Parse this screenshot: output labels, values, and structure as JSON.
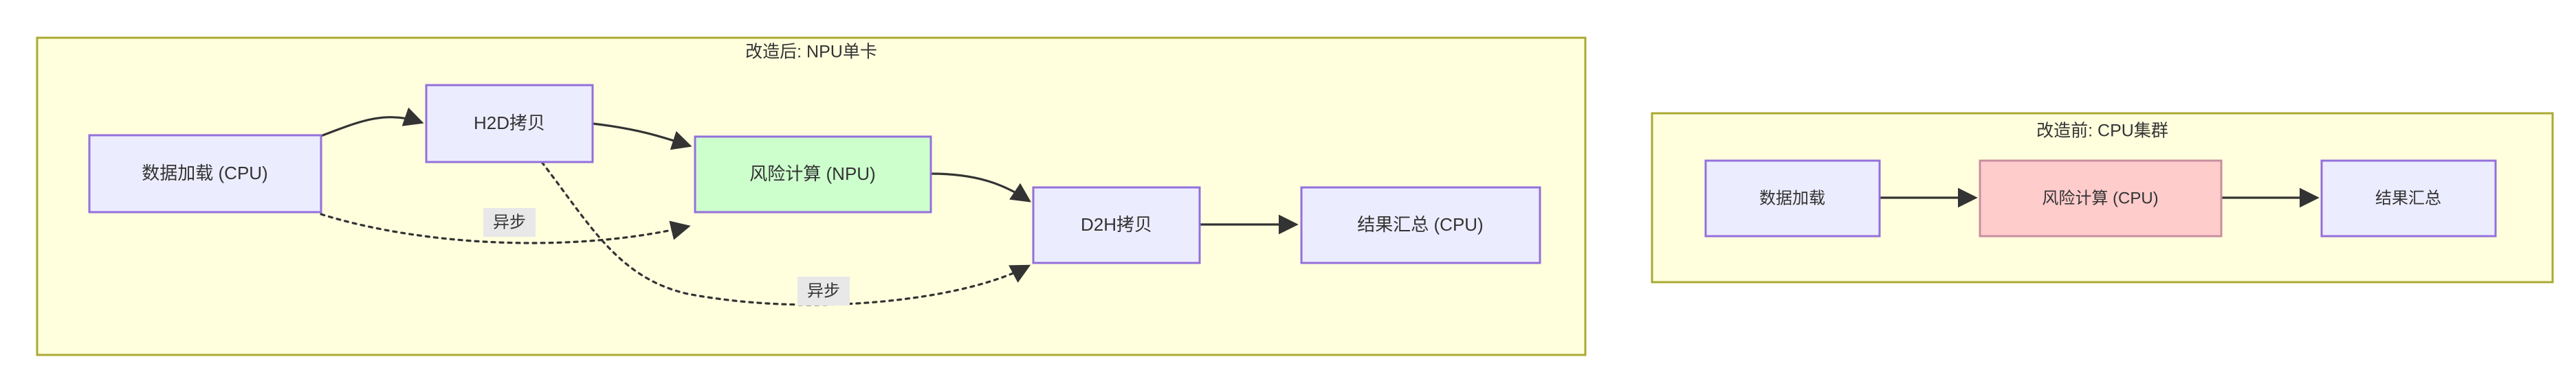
{
  "diagram": {
    "background": "#ffffff",
    "clusters": [
      {
        "id": "after",
        "title": "改造后: NPU单卡",
        "fill": "#ffffde",
        "stroke": "#aaaa33"
      },
      {
        "id": "before",
        "title": "改造前: CPU集群",
        "fill": "#ffffde",
        "stroke": "#aaaa33"
      }
    ],
    "nodes": [
      {
        "id": "after-load",
        "label": "数据加载 (CPU)",
        "fill": "#ececff",
        "stroke": "#9370db"
      },
      {
        "id": "after-h2d",
        "label": "H2D拷贝",
        "fill": "#ececff",
        "stroke": "#9370db"
      },
      {
        "id": "after-risk",
        "label": "风险计算 (NPU)",
        "fill": "#cdffcd",
        "stroke": "#9370db"
      },
      {
        "id": "after-d2h",
        "label": "D2H拷贝",
        "fill": "#ececff",
        "stroke": "#9370db"
      },
      {
        "id": "after-result",
        "label": "结果汇总 (CPU)",
        "fill": "#ececff",
        "stroke": "#9370db"
      },
      {
        "id": "before-load",
        "label": "数据加载",
        "fill": "#ececff",
        "stroke": "#9370db"
      },
      {
        "id": "before-risk",
        "label": "风险计算 (CPU)",
        "fill": "#ffcccc",
        "stroke": "#c78fa0"
      },
      {
        "id": "before-result",
        "label": "结果汇总",
        "fill": "#ececff",
        "stroke": "#9370db"
      }
    ],
    "edges": [
      {
        "id": "e1",
        "from": "after-load",
        "to": "after-h2d",
        "style": "solid",
        "label": ""
      },
      {
        "id": "e2",
        "from": "after-h2d",
        "to": "after-risk",
        "style": "solid",
        "label": ""
      },
      {
        "id": "e3",
        "from": "after-risk",
        "to": "after-d2h",
        "style": "solid",
        "label": ""
      },
      {
        "id": "e4",
        "from": "after-d2h",
        "to": "after-result",
        "style": "solid",
        "label": ""
      },
      {
        "id": "e5",
        "from": "after-load",
        "to": "after-risk",
        "style": "dotted",
        "label": "异步"
      },
      {
        "id": "e6",
        "from": "after-h2d",
        "to": "after-d2h",
        "style": "dotted",
        "label": "异步"
      },
      {
        "id": "e7",
        "from": "before-load",
        "to": "before-risk",
        "style": "solid",
        "label": ""
      },
      {
        "id": "e8",
        "from": "before-risk",
        "to": "before-result",
        "style": "solid",
        "label": ""
      }
    ]
  }
}
